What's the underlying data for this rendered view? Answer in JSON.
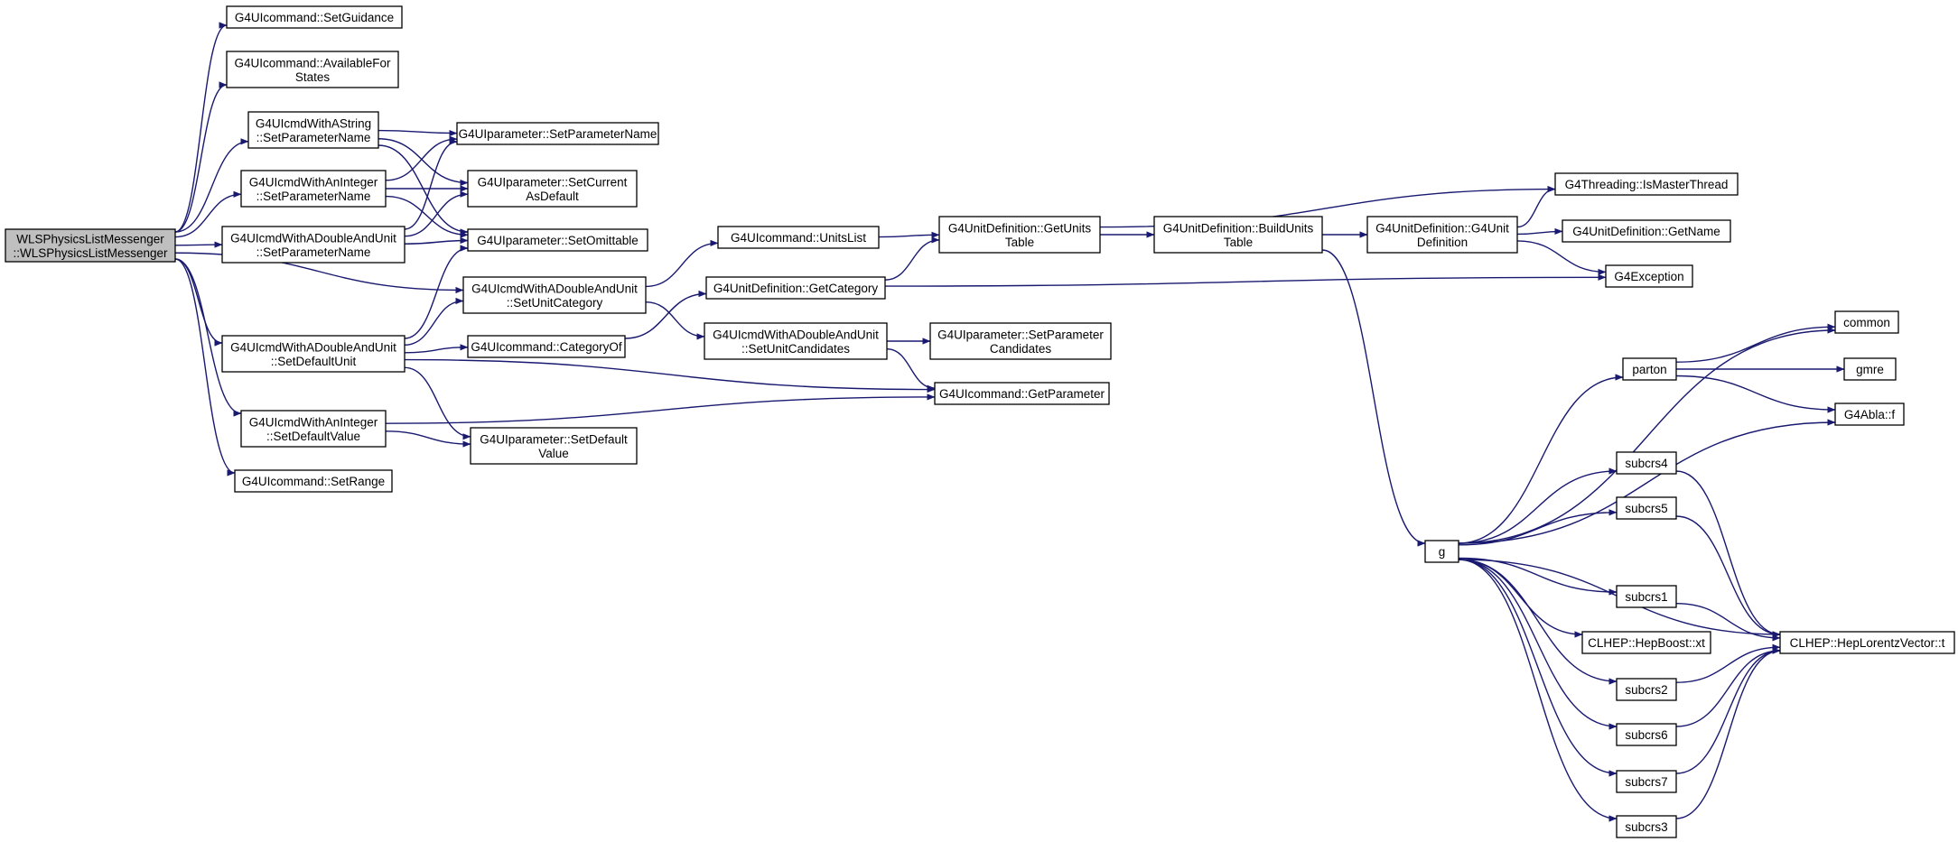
{
  "colors": {
    "edge": "#191970",
    "node_border": "#000000",
    "root_fill": "#bfbfbf",
    "node_fill": "#ffffff"
  },
  "nodes": [
    {
      "id": "root",
      "lines": [
        "WLSPhysicsListMessenger",
        "::WLSPhysicsListMessenger"
      ],
      "root": true
    },
    {
      "id": "setGuidance",
      "lines": [
        "G4UIcommand::SetGuidance"
      ]
    },
    {
      "id": "availableFor",
      "lines": [
        "G4UIcommand::AvailableFor",
        "States"
      ]
    },
    {
      "id": "strSetParam",
      "lines": [
        "G4UIcmdWithAString",
        "::SetParameterName"
      ]
    },
    {
      "id": "intSetParam",
      "lines": [
        "G4UIcmdWithAnInteger",
        "::SetParameterName"
      ]
    },
    {
      "id": "dauSetParam",
      "lines": [
        "G4UIcmdWithADoubleAndUnit",
        "::SetParameterName"
      ]
    },
    {
      "id": "dauSetDefUnit",
      "lines": [
        "G4UIcmdWithADoubleAndUnit",
        "::SetDefaultUnit"
      ]
    },
    {
      "id": "intSetDefVal",
      "lines": [
        "G4UIcmdWithAnInteger",
        "::SetDefaultValue"
      ]
    },
    {
      "id": "setRange",
      "lines": [
        "G4UIcommand::SetRange"
      ]
    },
    {
      "id": "paramSetName",
      "lines": [
        "G4UIparameter::SetParameterName"
      ]
    },
    {
      "id": "paramSetCurrent",
      "lines": [
        "G4UIparameter::SetCurrent",
        "AsDefault"
      ]
    },
    {
      "id": "paramSetOmit",
      "lines": [
        "G4UIparameter::SetOmittable"
      ]
    },
    {
      "id": "dauSetUnitCat",
      "lines": [
        "G4UIcmdWithADoubleAndUnit",
        "::SetUnitCategory"
      ]
    },
    {
      "id": "categoryOf",
      "lines": [
        "G4UIcommand::CategoryOf"
      ]
    },
    {
      "id": "paramSetDefault",
      "lines": [
        "G4UIparameter::SetDefault",
        "Value"
      ]
    },
    {
      "id": "unitsList",
      "lines": [
        "G4UIcommand::UnitsList"
      ]
    },
    {
      "id": "getCategory",
      "lines": [
        "G4UnitDefinition::GetCategory"
      ]
    },
    {
      "id": "dauSetUnitCand",
      "lines": [
        "G4UIcmdWithADoubleAndUnit",
        "::SetUnitCandidates"
      ]
    },
    {
      "id": "getUnitsTable",
      "lines": [
        "G4UnitDefinition::GetUnits",
        "Table"
      ]
    },
    {
      "id": "paramSetCand",
      "lines": [
        "G4UIparameter::SetParameter",
        "Candidates"
      ]
    },
    {
      "id": "getParameter",
      "lines": [
        "G4UIcommand::GetParameter"
      ]
    },
    {
      "id": "buildUnits",
      "lines": [
        "G4UnitDefinition::BuildUnits",
        "Table"
      ]
    },
    {
      "id": "g4unitdef",
      "lines": [
        "G4UnitDefinition::G4Unit",
        "Definition"
      ]
    },
    {
      "id": "isMaster",
      "lines": [
        "G4Threading::IsMasterThread"
      ]
    },
    {
      "id": "getName",
      "lines": [
        "G4UnitDefinition::GetName"
      ]
    },
    {
      "id": "g4exception",
      "lines": [
        "G4Exception"
      ]
    },
    {
      "id": "g",
      "lines": [
        "g"
      ]
    },
    {
      "id": "common",
      "lines": [
        "common"
      ]
    },
    {
      "id": "parton",
      "lines": [
        "parton"
      ]
    },
    {
      "id": "gmre",
      "lines": [
        "gmre"
      ]
    },
    {
      "id": "ablaf",
      "lines": [
        "G4Abla::f"
      ]
    },
    {
      "id": "subcrs4",
      "lines": [
        "subcrs4"
      ]
    },
    {
      "id": "subcrs5",
      "lines": [
        "subcrs5"
      ]
    },
    {
      "id": "subcrs1",
      "lines": [
        "subcrs1"
      ]
    },
    {
      "id": "hepBoost",
      "lines": [
        "CLHEP::HepBoost::xt"
      ]
    },
    {
      "id": "hepLorentz",
      "lines": [
        "CLHEP::HepLorentzVector::t"
      ]
    },
    {
      "id": "subcrs2",
      "lines": [
        "subcrs2"
      ]
    },
    {
      "id": "subcrs6",
      "lines": [
        "subcrs6"
      ]
    },
    {
      "id": "subcrs7",
      "lines": [
        "subcrs7"
      ]
    },
    {
      "id": "subcrs3",
      "lines": [
        "subcrs3"
      ]
    }
  ],
  "edges": [
    [
      "root",
      "setGuidance"
    ],
    [
      "root",
      "availableFor"
    ],
    [
      "root",
      "strSetParam"
    ],
    [
      "root",
      "intSetParam"
    ],
    [
      "root",
      "dauSetParam"
    ],
    [
      "root",
      "dauSetUnitCat"
    ],
    [
      "root",
      "dauSetDefUnit"
    ],
    [
      "root",
      "intSetDefVal"
    ],
    [
      "root",
      "setRange"
    ],
    [
      "strSetParam",
      "paramSetName"
    ],
    [
      "strSetParam",
      "paramSetCurrent"
    ],
    [
      "strSetParam",
      "paramSetOmit"
    ],
    [
      "intSetParam",
      "paramSetName"
    ],
    [
      "intSetParam",
      "paramSetCurrent"
    ],
    [
      "intSetParam",
      "paramSetOmit"
    ],
    [
      "dauSetParam",
      "paramSetName"
    ],
    [
      "dauSetParam",
      "paramSetCurrent"
    ],
    [
      "dauSetParam",
      "paramSetOmit"
    ],
    [
      "dauSetDefUnit",
      "paramSetOmit"
    ],
    [
      "dauSetDefUnit",
      "dauSetUnitCat"
    ],
    [
      "dauSetDefUnit",
      "categoryOf"
    ],
    [
      "dauSetDefUnit",
      "getParameter"
    ],
    [
      "dauSetDefUnit",
      "paramSetDefault"
    ],
    [
      "intSetDefVal",
      "paramSetDefault"
    ],
    [
      "intSetDefVal",
      "getParameter"
    ],
    [
      "dauSetUnitCat",
      "unitsList"
    ],
    [
      "dauSetUnitCat",
      "dauSetUnitCand"
    ],
    [
      "categoryOf",
      "getCategory"
    ],
    [
      "unitsList",
      "getUnitsTable"
    ],
    [
      "getCategory",
      "getUnitsTable"
    ],
    [
      "getCategory",
      "g4exception"
    ],
    [
      "dauSetUnitCand",
      "paramSetCand"
    ],
    [
      "dauSetUnitCand",
      "getParameter"
    ],
    [
      "getUnitsTable",
      "isMaster"
    ],
    [
      "getUnitsTable",
      "buildUnits"
    ],
    [
      "buildUnits",
      "g4unitdef"
    ],
    [
      "buildUnits",
      "g"
    ],
    [
      "g4unitdef",
      "isMaster"
    ],
    [
      "g4unitdef",
      "getName"
    ],
    [
      "g4unitdef",
      "g4exception"
    ],
    [
      "g",
      "common"
    ],
    [
      "g",
      "parton"
    ],
    [
      "g",
      "ablaf"
    ],
    [
      "g",
      "subcrs4"
    ],
    [
      "g",
      "subcrs5"
    ],
    [
      "g",
      "hepLorentz"
    ],
    [
      "g",
      "subcrs1"
    ],
    [
      "g",
      "hepBoost"
    ],
    [
      "g",
      "subcrs2"
    ],
    [
      "g",
      "subcrs6"
    ],
    [
      "g",
      "subcrs7"
    ],
    [
      "g",
      "subcrs3"
    ],
    [
      "parton",
      "common"
    ],
    [
      "parton",
      "gmre"
    ],
    [
      "parton",
      "ablaf"
    ],
    [
      "subcrs4",
      "hepLorentz"
    ],
    [
      "subcrs5",
      "hepLorentz"
    ],
    [
      "subcrs1",
      "hepLorentz"
    ],
    [
      "subcrs2",
      "hepLorentz"
    ],
    [
      "subcrs6",
      "hepLorentz"
    ],
    [
      "subcrs7",
      "hepLorentz"
    ],
    [
      "subcrs3",
      "hepLorentz"
    ]
  ]
}
